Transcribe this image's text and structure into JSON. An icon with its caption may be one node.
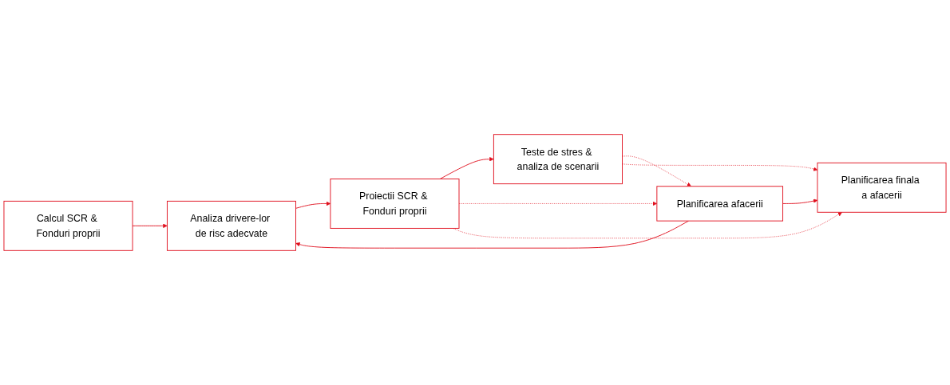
{
  "diagram": {
    "nodes": [
      {
        "text": [
          "Calcul SCR & Fonduri proprii"
        ]
      },
      {
        "text": [
          "Analiza drivere-lor de risc adecvate"
        ]
      },
      {
        "text": [
          "Proiectii SCR & Fonduri proprii"
        ]
      },
      {
        "text": [
          "Teste de stres & analiza de scenarii"
        ]
      },
      {
        "text": [
          "Planificarea afacerii"
        ]
      },
      {
        "text": [
          "Planificarea finala a afacerii"
        ]
      }
    ],
    "edges": [
      {
        "from": 0,
        "to": 1,
        "arrow": "to"
      },
      {
        "from": 1,
        "to": 2,
        "arrow": "to"
      },
      {
        "from": 2,
        "to": 3,
        "arrow": "to"
      },
      {
        "from": 4,
        "to": 1,
        "arrow": "to"
      },
      {
        "from": 4,
        "to": 5,
        "arrow": "to"
      },
      {
        "from": 2,
        "to": 4,
        "arrow": "to",
        "style": "dashed"
      },
      {
        "from": 3,
        "to": 4,
        "arrow": "to",
        "style": "dashed"
      },
      {
        "from": 2,
        "to": 5,
        "arrow": "to",
        "style": "dashed"
      },
      {
        "from": 3,
        "to": 5,
        "arrow": "to",
        "style": "dashed"
      }
    ]
  }
}
